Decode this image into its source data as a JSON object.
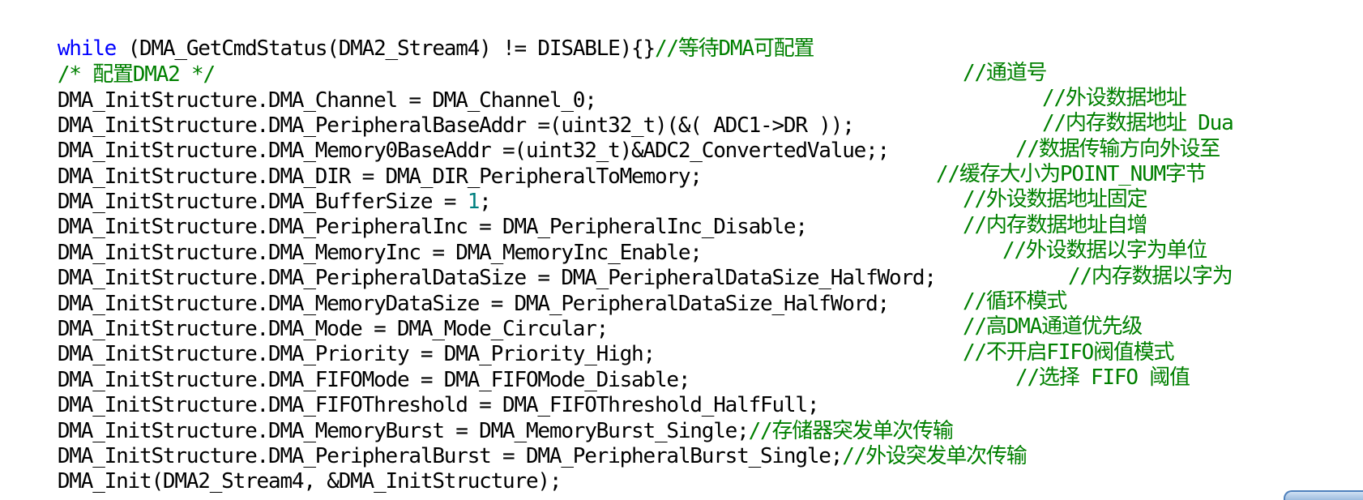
{
  "editor": {
    "lines": [
      {
        "tokens": [
          {
            "type": "keyword",
            "text": "while"
          },
          {
            "type": "plain",
            "text": " (DMA_GetCmdStatus(DMA2_Stream4) != DISABLE){}"
          },
          {
            "type": "comment",
            "text": "//等待DMA可配置"
          }
        ]
      },
      {
        "tokens": [
          {
            "type": "comment",
            "text": "/* 配置DMA2 */"
          }
        ]
      },
      {
        "code": "DMA_InitStructure.DMA_Channel = DMA_Channel_0;",
        "comment": "//通道号"
      },
      {
        "code": "DMA_InitStructure.DMA_PeripheralBaseAddr =(uint32_t)(&( ADC1->DR ));",
        "comment": "//外设数据地址"
      },
      {
        "code": "DMA_InitStructure.DMA_Memory0BaseAddr =(uint32_t)&ADC2_ConvertedValue;;",
        "comment": "//内存数据地址 Dua"
      },
      {
        "code": "DMA_InitStructure.DMA_DIR = DMA_DIR_PeripheralToMemory;",
        "comment": "//数据传输方向外设至"
      },
      {
        "code_before_number": "DMA_InitStructure.DMA_BufferSize = ",
        "number": "1",
        "code_after_number": ";",
        "comment": "//缓存大小为POINT_NUM字节"
      },
      {
        "code": "DMA_InitStructure.DMA_PeripheralInc = DMA_PeripheralInc_Disable;",
        "comment": "//外设数据地址固定"
      },
      {
        "code": "DMA_InitStructure.DMA_MemoryInc = DMA_MemoryInc_Enable;",
        "comment": "//内存数据地址自增"
      },
      {
        "code": "DMA_InitStructure.DMA_PeripheralDataSize = DMA_PeripheralDataSize_HalfWord;",
        "comment": "//外设数据以字为单位"
      },
      {
        "code": "DMA_InitStructure.DMA_MemoryDataSize = DMA_PeripheralDataSize_HalfWord;",
        "comment": "//内存数据以字为"
      },
      {
        "code": "DMA_InitStructure.DMA_Mode = DMA_Mode_Circular;",
        "comment": "//循环模式"
      },
      {
        "code": "DMA_InitStructure.DMA_Priority = DMA_Priority_High;",
        "comment": "//高DMA通道优先级"
      },
      {
        "code": "DMA_InitStructure.DMA_FIFOMode = DMA_FIFOMode_Disable;",
        "comment": "//不开启FIFO阀值模式"
      },
      {
        "code": "DMA_InitStructure.DMA_FIFOThreshold = DMA_FIFOThreshold_HalfFull;",
        "comment": "//选择 FIFO 阈值"
      },
      {
        "code": "DMA_InitStructure.DMA_MemoryBurst = DMA_MemoryBurst_Single;",
        "inline_comment": "//存储器突发单次传输"
      },
      {
        "code": "DMA_InitStructure.DMA_PeripheralBurst = DMA_PeripheralBurst_Single;",
        "inline_comment": "//外设突发单次传输"
      },
      {
        "code": "DMA_Init(DMA2_Stream4, &DMA_InitStructure);"
      }
    ]
  },
  "colors": {
    "keyword": "#0000ff",
    "number": "#008080",
    "comment": "#008000",
    "plain": "#000000",
    "background": "#ffffff"
  }
}
